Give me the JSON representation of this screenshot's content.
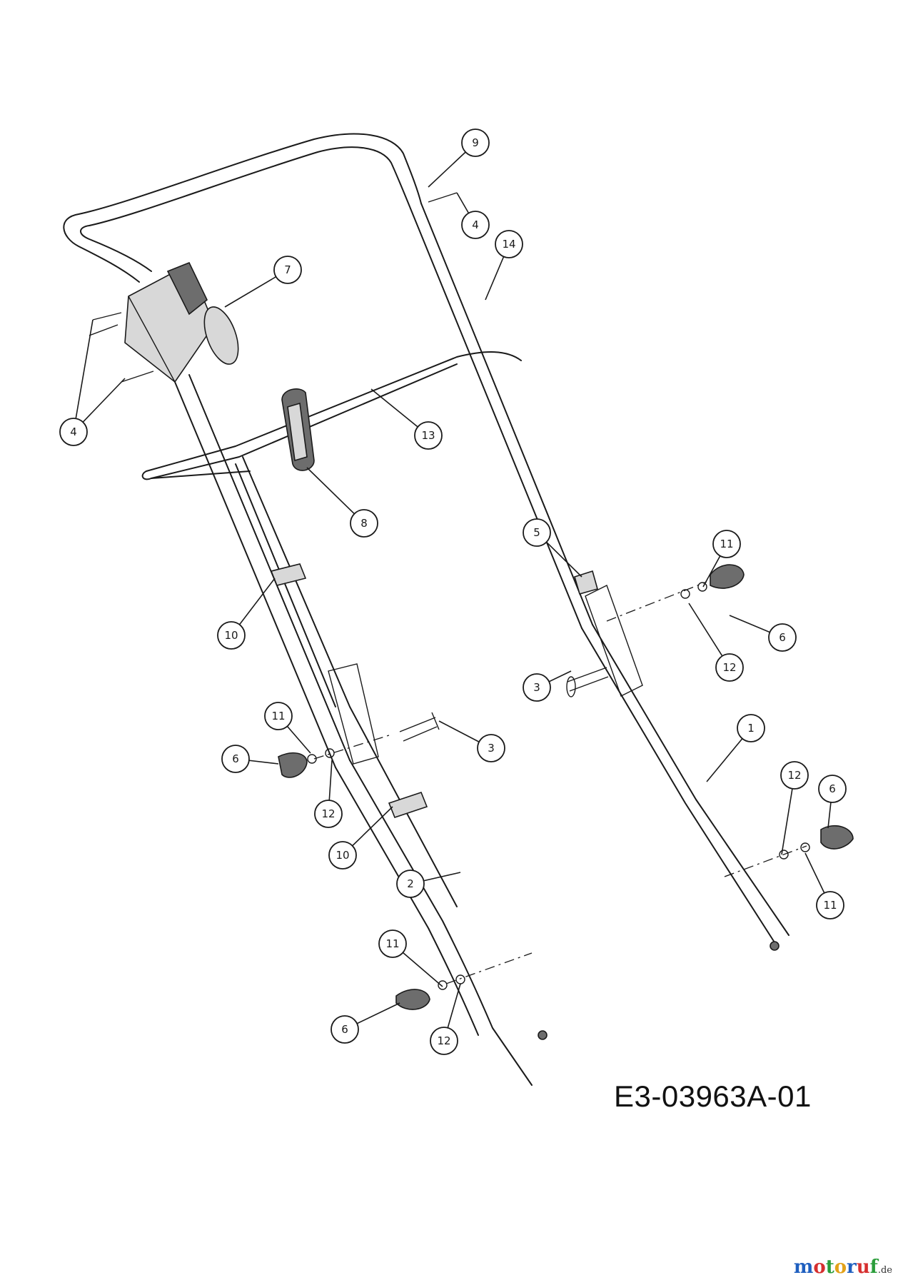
{
  "reference_code": "E3-03963A-01",
  "brand": {
    "letters": [
      "m",
      "o",
      "t",
      "o",
      "r",
      "u",
      "f"
    ],
    "suffix": ".de",
    "colors": [
      "#1f5fbf",
      "#d62f2f",
      "#2a9d3a",
      "#e3a21a",
      "#1f5fbf",
      "#d62f2f",
      "#2a9d3a"
    ]
  },
  "callouts": [
    {
      "label": "9"
    },
    {
      "label": "4"
    },
    {
      "label": "14"
    },
    {
      "label": "7"
    },
    {
      "label": "4"
    },
    {
      "label": "13"
    },
    {
      "label": "8"
    },
    {
      "label": "5"
    },
    {
      "label": "11"
    },
    {
      "label": "6"
    },
    {
      "label": "12"
    },
    {
      "label": "3"
    },
    {
      "label": "10"
    },
    {
      "label": "11"
    },
    {
      "label": "6"
    },
    {
      "label": "3"
    },
    {
      "label": "12"
    },
    {
      "label": "1"
    },
    {
      "label": "12"
    },
    {
      "label": "6"
    },
    {
      "label": "10"
    },
    {
      "label": "2"
    },
    {
      "label": "11"
    },
    {
      "label": "11"
    },
    {
      "label": "6"
    },
    {
      "label": "12"
    }
  ]
}
